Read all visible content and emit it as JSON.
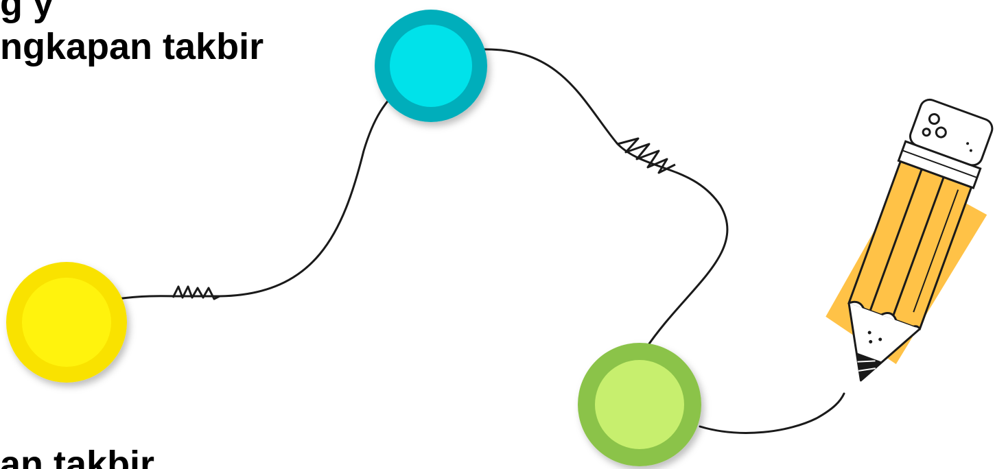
{
  "texts": {
    "line_top": "ngkapan takbir",
    "line_top_fragment": "g  y",
    "line_bottom": "an takbir"
  },
  "colors": {
    "yellow_outer": "#F9E200",
    "yellow_inner": "#FFF30A",
    "cyan_outer": "#00AEBB",
    "cyan_inner": "#00E2EA",
    "green_outer": "#8BC34A",
    "green_inner": "#C7EF6E",
    "pencil_body": "#FFC247",
    "line": "#1a1a1a"
  },
  "icons": {
    "yellow_dot": "circle",
    "cyan_dot": "circle",
    "green_dot": "circle",
    "pencil": "pencil-icon",
    "squiggles": "zigzag"
  }
}
